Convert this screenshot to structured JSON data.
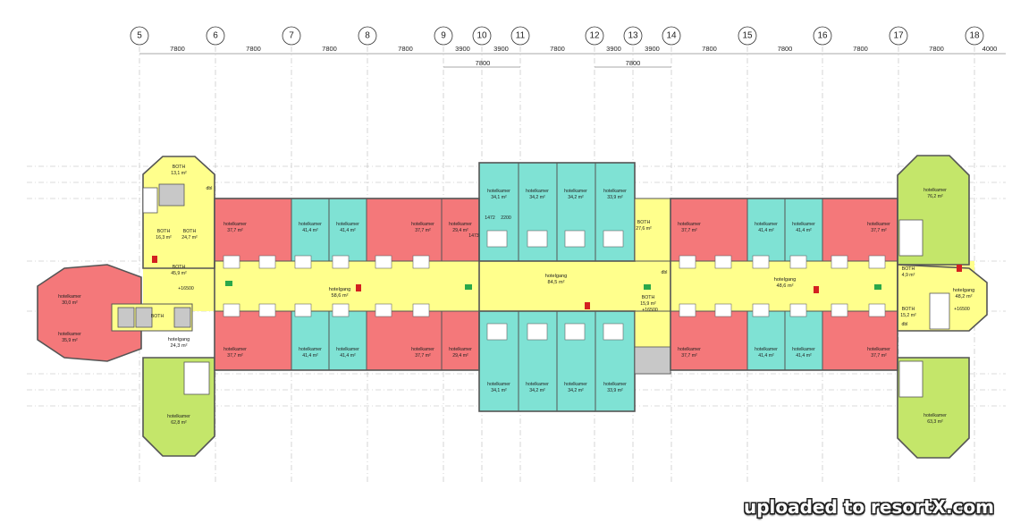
{
  "colors": {
    "room_red": "#f4787a",
    "room_cyan": "#7fe2d4",
    "room_green": "#c4e66a",
    "corridor": "#ffff8c",
    "core_grey": "#c8c8c8",
    "wall": "#555555"
  },
  "axes": [
    {
      "id": "5",
      "label": "5"
    },
    {
      "id": "6",
      "label": "6"
    },
    {
      "id": "7",
      "label": "7"
    },
    {
      "id": "8",
      "label": "8"
    },
    {
      "id": "9",
      "label": "9"
    },
    {
      "id": "10",
      "label": "10"
    },
    {
      "id": "11",
      "label": "11"
    },
    {
      "id": "12",
      "label": "12"
    },
    {
      "id": "13",
      "label": "13"
    },
    {
      "id": "14",
      "label": "14"
    },
    {
      "id": "15",
      "label": "15"
    },
    {
      "id": "16",
      "label": "16"
    },
    {
      "id": "17",
      "label": "17"
    },
    {
      "id": "18",
      "label": "18"
    }
  ],
  "dimensions_top": [
    "7800",
    "7800",
    "7800",
    "7800",
    "3900",
    "3900",
    "7800",
    "3900",
    "3900",
    "7800",
    "7800",
    "7800",
    "7800",
    "4000"
  ],
  "dimensions_second": [
    "7800",
    "7800"
  ],
  "rooms": [
    {
      "id": "both-nw-top",
      "label": "BOTH",
      "area": "13,1 m²",
      "color": "core"
    },
    {
      "id": "both-nw-left",
      "label": "BOTH",
      "area": "16,3 m²",
      "color": "corridor"
    },
    {
      "id": "both-nw-right",
      "label": "BOTH",
      "area": "24,7 m²",
      "color": "corridor"
    },
    {
      "id": "both-nw-mid",
      "label": "BOTH",
      "area": "45,9 m²",
      "color": "corridor"
    },
    {
      "id": "hk-west-1",
      "label": "hotelkamer",
      "area": "30,0 m²",
      "color": "red"
    },
    {
      "id": "hk-west-2",
      "label": "hotelkamer",
      "area": "35,9 m²",
      "color": "red"
    },
    {
      "id": "hk-sw-green",
      "label": "hotelkamer",
      "area": "62,8 m²",
      "color": "green"
    },
    {
      "id": "hk-n-1",
      "label": "hotelkamer",
      "area": "37,7 m²",
      "color": "red"
    },
    {
      "id": "hk-n-2",
      "label": "hotelkamer",
      "area": "41,4 m²",
      "color": "cyan"
    },
    {
      "id": "hk-n-3",
      "label": "hotelkamer",
      "area": "41,4 m²",
      "color": "cyan"
    },
    {
      "id": "hk-n-4",
      "label": "hotelkamer",
      "area": "37,7 m²",
      "color": "red"
    },
    {
      "id": "hk-n-5",
      "label": "hotelkamer",
      "area": "29,4 m²",
      "color": "red"
    },
    {
      "id": "hk-s-1",
      "label": "hotelkamer",
      "area": "37,7 m²",
      "color": "red"
    },
    {
      "id": "hk-s-2",
      "label": "hotelkamer",
      "area": "41,4 m²",
      "color": "cyan"
    },
    {
      "id": "hk-s-3",
      "label": "hotelkamer",
      "area": "41,4 m²",
      "color": "cyan"
    },
    {
      "id": "hk-s-4",
      "label": "hotelkamer",
      "area": "37,7 m²",
      "color": "red"
    },
    {
      "id": "hk-s-5",
      "label": "hotelkamer",
      "area": "29,4 m²",
      "color": "red"
    },
    {
      "id": "hk-c-n-1",
      "label": "hotelkamer",
      "area": "34,1 m²",
      "color": "cyan"
    },
    {
      "id": "hk-c-n-2",
      "label": "hotelkamer",
      "area": "34,2 m²",
      "color": "cyan"
    },
    {
      "id": "hk-c-n-3",
      "label": "hotelkamer",
      "area": "34,2 m²",
      "color": "cyan"
    },
    {
      "id": "hk-c-n-4",
      "label": "hotelkamer",
      "area": "33,9 m²",
      "color": "cyan"
    },
    {
      "id": "hk-c-s-1",
      "label": "hotelkamer",
      "area": "34,1 m²",
      "color": "cyan"
    },
    {
      "id": "hk-c-s-2",
      "label": "hotelkamer",
      "area": "34,2 m²",
      "color": "cyan"
    },
    {
      "id": "hk-c-s-3",
      "label": "hotelkamer",
      "area": "34,2 m²",
      "color": "cyan"
    },
    {
      "id": "hk-c-s-4",
      "label": "hotelkamer",
      "area": "33,9 m²",
      "color": "cyan"
    },
    {
      "id": "both-c-n",
      "label": "BOTH",
      "area": "27,6 m²",
      "color": "corridor"
    },
    {
      "id": "both-c-s",
      "label": "BOTH",
      "area": "15,9 m²",
      "color": "corridor"
    },
    {
      "id": "hk-e-n-1",
      "label": "hotelkamer",
      "area": "37,7 m²",
      "color": "red"
    },
    {
      "id": "hk-e-n-2",
      "label": "hotelkamer",
      "area": "41,4 m²",
      "color": "cyan"
    },
    {
      "id": "hk-e-n-3",
      "label": "hotelkamer",
      "area": "41,4 m²",
      "color": "cyan"
    },
    {
      "id": "hk-e-n-4",
      "label": "hotelkamer",
      "area": "37,7 m²",
      "color": "red"
    },
    {
      "id": "hk-e-s-1",
      "label": "hotelkamer",
      "area": "37,7 m²",
      "color": "red"
    },
    {
      "id": "hk-e-s-2",
      "label": "hotelkamer",
      "area": "41,4 m²",
      "color": "cyan"
    },
    {
      "id": "hk-e-s-3",
      "label": "hotelkamer",
      "area": "41,4 m²",
      "color": "cyan"
    },
    {
      "id": "hk-e-s-4",
      "label": "hotelkamer",
      "area": "37,7 m²",
      "color": "red"
    },
    {
      "id": "hk-ne-green",
      "label": "hotelkamer",
      "area": "76,2 m²",
      "color": "green"
    },
    {
      "id": "hk-se-green",
      "label": "hotelkamer",
      "area": "63,3 m²",
      "color": "green"
    },
    {
      "id": "both-e-1",
      "label": "BOTH",
      "area": "4,9 m²",
      "color": "corridor"
    },
    {
      "id": "both-e-2",
      "label": "BOTH",
      "area": "15,2 m²",
      "color": "corridor"
    }
  ],
  "corridors": [
    {
      "id": "hotelgang-w",
      "label": "hotelgang",
      "area": "58,6 m²"
    },
    {
      "id": "hotelgang-c",
      "label": "hotelgang",
      "area": "84,5 m²"
    },
    {
      "id": "hotelgang-e",
      "label": "hotelgang",
      "area": "48,6 m²"
    },
    {
      "id": "hotelgang-sw",
      "label": "hotelgang",
      "area": "24,3 m²"
    },
    {
      "id": "hotelgang-ee",
      "label": "hotelgang",
      "area": "48,2 m²"
    }
  ],
  "small_labels": {
    "both_core": "BOTH",
    "level_w": "+16500",
    "level_c": "+16500",
    "level_e": "+16500",
    "dim_1472": "1472",
    "dim_2200": "2200",
    "dim_1473": "1473",
    "dbl_1": "dbl",
    "dbl_2": "dbl",
    "dbl_3": "dbl"
  },
  "watermark": "uploaded to resortX.com"
}
